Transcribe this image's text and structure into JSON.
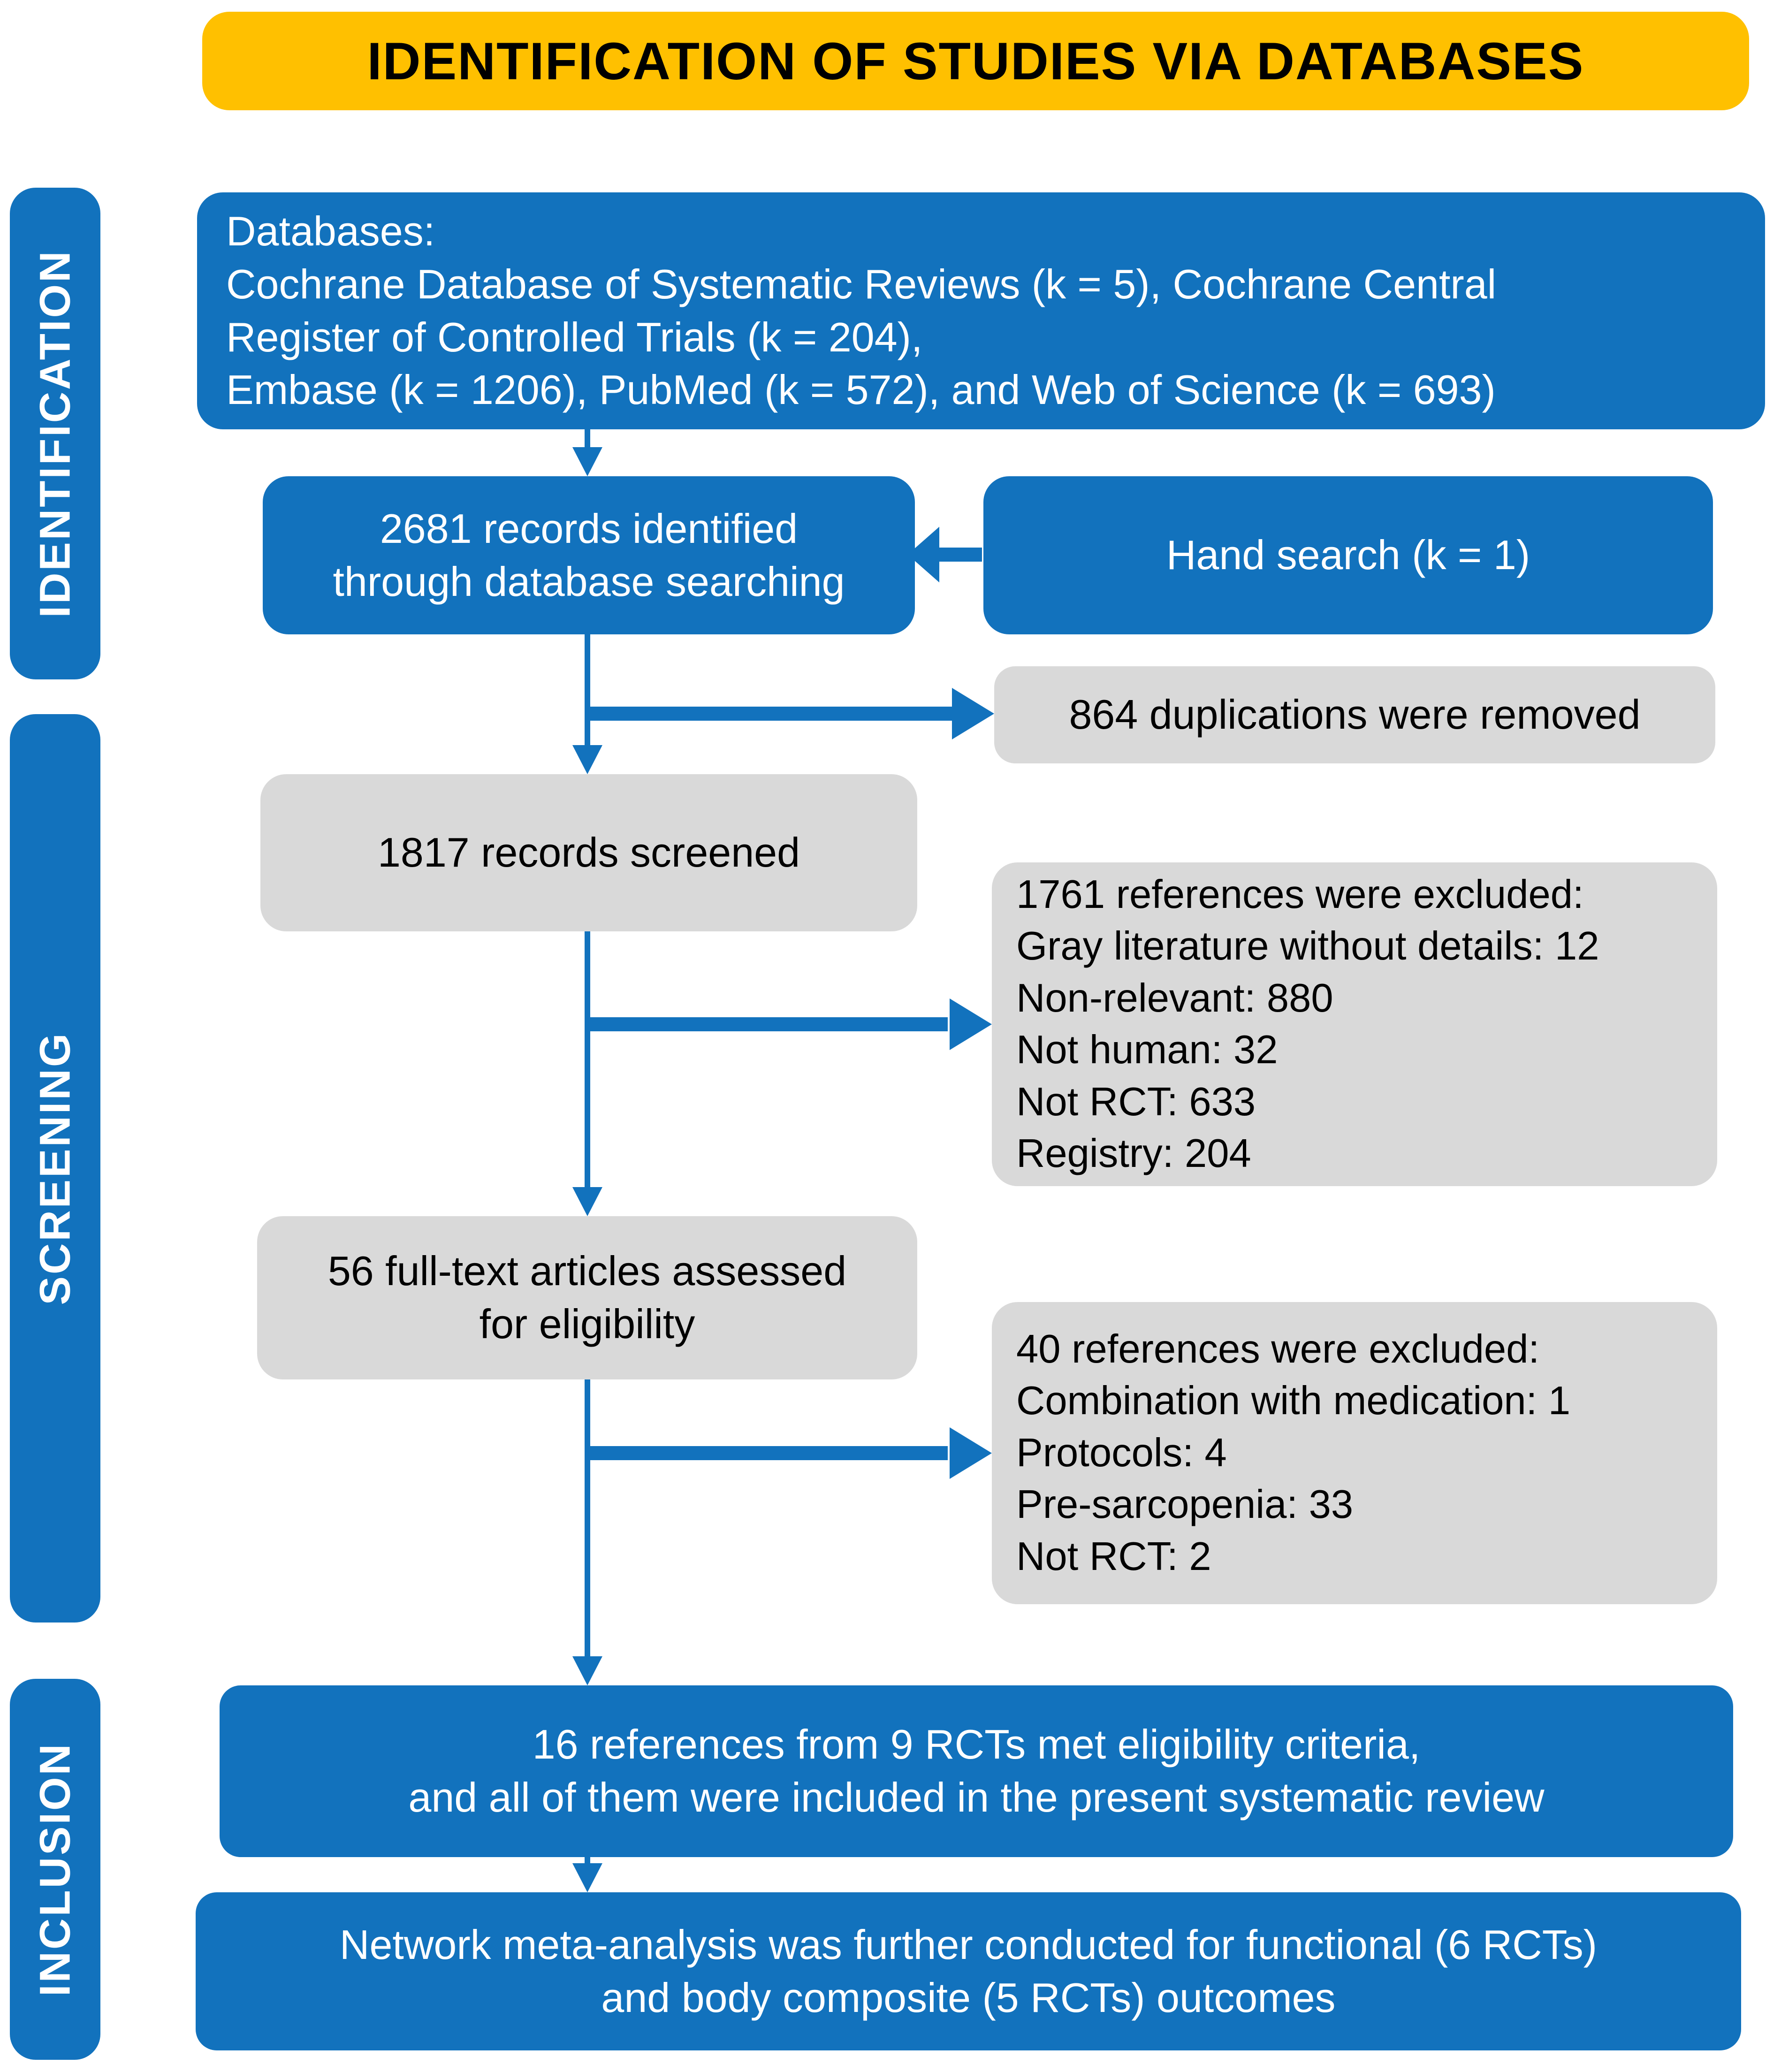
{
  "banner": {
    "title": "IDENTIFICATION OF STUDIES VIA DATABASES"
  },
  "colors": {
    "accent_blue": "#1272BD",
    "box_gray": "#D9D9D9",
    "banner_yellow": "#FFC000",
    "text_on_blue": "#FFFFFF",
    "text_on_gray": "#000000",
    "arrow_blue": "#1272BD"
  },
  "stages": {
    "identification": "IDENTIFICATION",
    "screening": "SCREENING",
    "inclusion": "INCLUSION"
  },
  "boxes": {
    "databases": {
      "lines": [
        "Databases:",
        "Cochrane Database of Systematic Reviews (k = 5), Cochrane Central",
        "Register of Controlled Trials (k = 204),",
        "Embase (k = 1206), PubMed (k = 572), and Web of Science (k = 693)"
      ]
    },
    "records_identified": {
      "lines": [
        "2681 records identified",
        "through database searching"
      ]
    },
    "hand_search": {
      "text": "Hand search (k = 1)"
    },
    "duplications_removed": {
      "text": "864 duplications were removed"
    },
    "records_screened": {
      "text": "1817 records screened"
    },
    "references_excluded_screening": {
      "lines": [
        "1761 references were excluded:",
        "Gray literature without details: 12",
        "Non-relevant: 880",
        "Not human: 32",
        "Not RCT: 633",
        "Registry: 204"
      ]
    },
    "fulltext_assessed": {
      "lines": [
        "56 full-text articles assessed",
        "for eligibility"
      ]
    },
    "references_excluded_eligibility": {
      "lines": [
        "40 references were excluded:",
        "Combination with medication: 1",
        "Protocols: 4",
        "Pre-sarcopenia: 33",
        "Not RCT: 2"
      ]
    },
    "included": {
      "lines": [
        "16 references from 9 RCTs met eligibility criteria,",
        "and all of them were included in the present systematic review"
      ]
    },
    "network_meta_analysis": {
      "lines": [
        "Network meta-analysis was further conducted for functional (6 RCTs)",
        "and body composite (5 RCTs) outcomes"
      ]
    }
  }
}
